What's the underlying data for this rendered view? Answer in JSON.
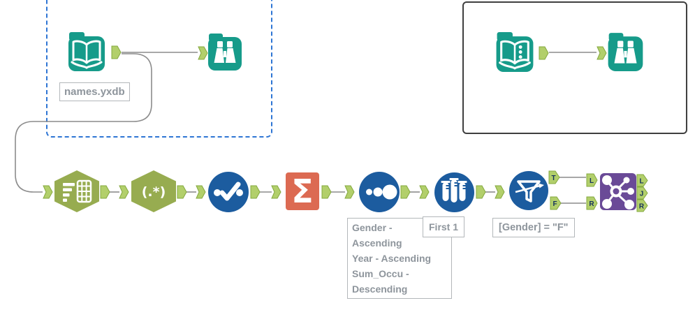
{
  "app": "workflow-canvas",
  "colors": {
    "teal": "#169b8a",
    "olive": "#97ac50",
    "blue": "#1c5c9f",
    "orange": "#dc6a52",
    "purple": "#6a4a97",
    "anchor_fill": "#b2cf6b",
    "anchor_border": "#84a83f",
    "anchor_letter": "#15325b",
    "wire_gray": "#8c8c8c",
    "container_dashed_blue": "#2e75d4",
    "container_solid_dark": "#3f3f3f",
    "annotation_text": "#8e959c",
    "annotation_border": "#b3b7ba"
  },
  "annotations": {
    "input_filename": "names.yxdb",
    "sort_note": "Gender -\nAscending\nYear - Ascending\nSum_Occu -\nDescending",
    "sample_note": "First 1",
    "filter_note": "[Gender] = \"F\""
  },
  "glyphs": {
    "regex": "(.*)",
    "sigma": "Σ"
  },
  "anchor_labels": {
    "filter_true": "T",
    "filter_false": "F",
    "join_in_left": "L",
    "join_in_right": "R",
    "join_out_left": "L",
    "join_out_join": "J",
    "join_out_right": "R"
  },
  "tools": [
    {
      "id": "input-data-1",
      "icon": "open-book-icon"
    },
    {
      "id": "browse-1",
      "icon": "binoculars-icon"
    },
    {
      "id": "input-data-2",
      "icon": "open-book-dots-icon"
    },
    {
      "id": "browse-2",
      "icon": "binoculars-icon"
    },
    {
      "id": "text-to-columns",
      "icon": "lines-to-table-icon"
    },
    {
      "id": "regex",
      "icon": "regex-pattern-icon"
    },
    {
      "id": "select",
      "icon": "checkmark-icon"
    },
    {
      "id": "summarize",
      "icon": "sigma-icon"
    },
    {
      "id": "sort",
      "icon": "dots-ascending-icon"
    },
    {
      "id": "sample",
      "icon": "test-tubes-icon"
    },
    {
      "id": "filter",
      "icon": "funnel-icon"
    },
    {
      "id": "join",
      "icon": "network-icon"
    }
  ]
}
